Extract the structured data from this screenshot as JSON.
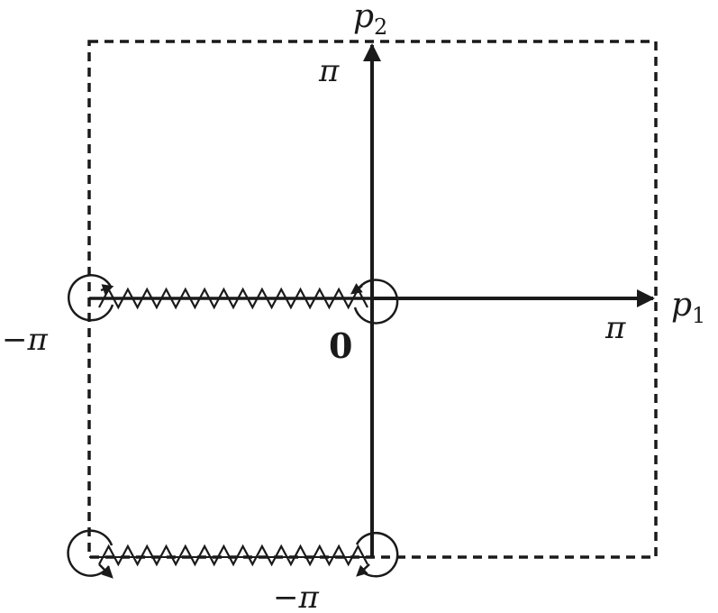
{
  "diagram": {
    "axis_p1": {
      "var": "p",
      "sub": "1"
    },
    "axis_p2": {
      "var": "p",
      "sub": "2"
    },
    "tick_p1_pi": "π",
    "tick_p2_pi": "π",
    "tick_neg_pi_left": "−π",
    "tick_neg_pi_bottom": "−π",
    "origin": "0",
    "colors": {
      "ink": "#1a1a1a",
      "background": "#ffffff"
    }
  }
}
